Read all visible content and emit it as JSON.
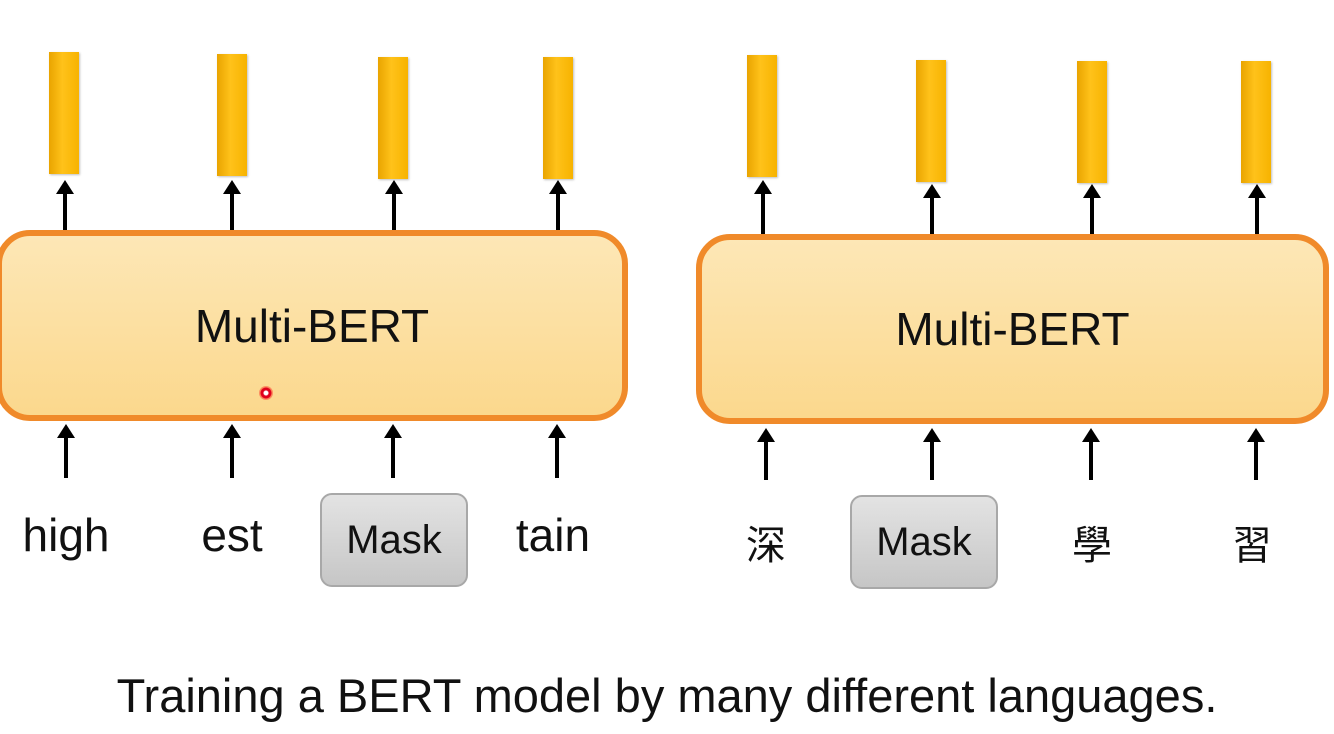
{
  "left_panel": {
    "model_label": "Multi-BERT",
    "tokens": [
      "high",
      "est",
      "Mask",
      "tain"
    ]
  },
  "right_panel": {
    "model_label": "Multi-BERT",
    "tokens": [
      "深",
      "Mask",
      "學",
      "習"
    ]
  },
  "caption": "Training a BERT model by many different languages.",
  "colors": {
    "embedding": "#ffc21a",
    "box_border": "#f08a2a",
    "box_fill": "#fbd88d",
    "mask_fill": "#d0d0d0"
  }
}
